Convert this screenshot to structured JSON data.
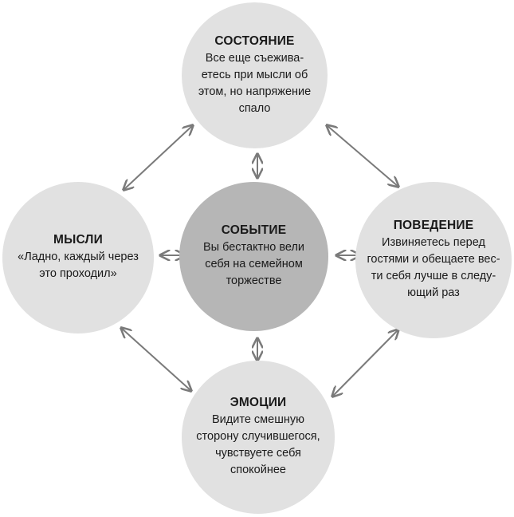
{
  "colors": {
    "outer_node_fill": "#e1e1e1",
    "center_node_fill": "#b6b6b6",
    "arrow": "#7a7a7a",
    "text": "#1a1a1a"
  },
  "nodes": {
    "top": {
      "title": "СОСТОЯНИЕ",
      "lines": [
        "Все еще съежива-",
        "етесь при мысли об",
        "этом, но напряжение",
        "спало"
      ]
    },
    "center": {
      "title": "СОБЫТИЕ",
      "lines": [
        "Вы бестактно вели",
        "себя на семейном",
        "торжестве"
      ]
    },
    "left": {
      "title": "МЫСЛИ",
      "lines": [
        "«Ладно, каждый через",
        "это проходил»"
      ]
    },
    "right": {
      "title": "ПОВЕДЕНИЕ",
      "lines": [
        "Извиняетесь перед",
        "гостями и обещаете вес-",
        "ти себя лучше в следу-",
        "ющий раз"
      ]
    },
    "bottom": {
      "title": "ЭМОЦИИ",
      "lines": [
        "Видите смешную",
        "сторону случившегося,",
        "чувствуете себя",
        "спокойнее"
      ]
    }
  }
}
